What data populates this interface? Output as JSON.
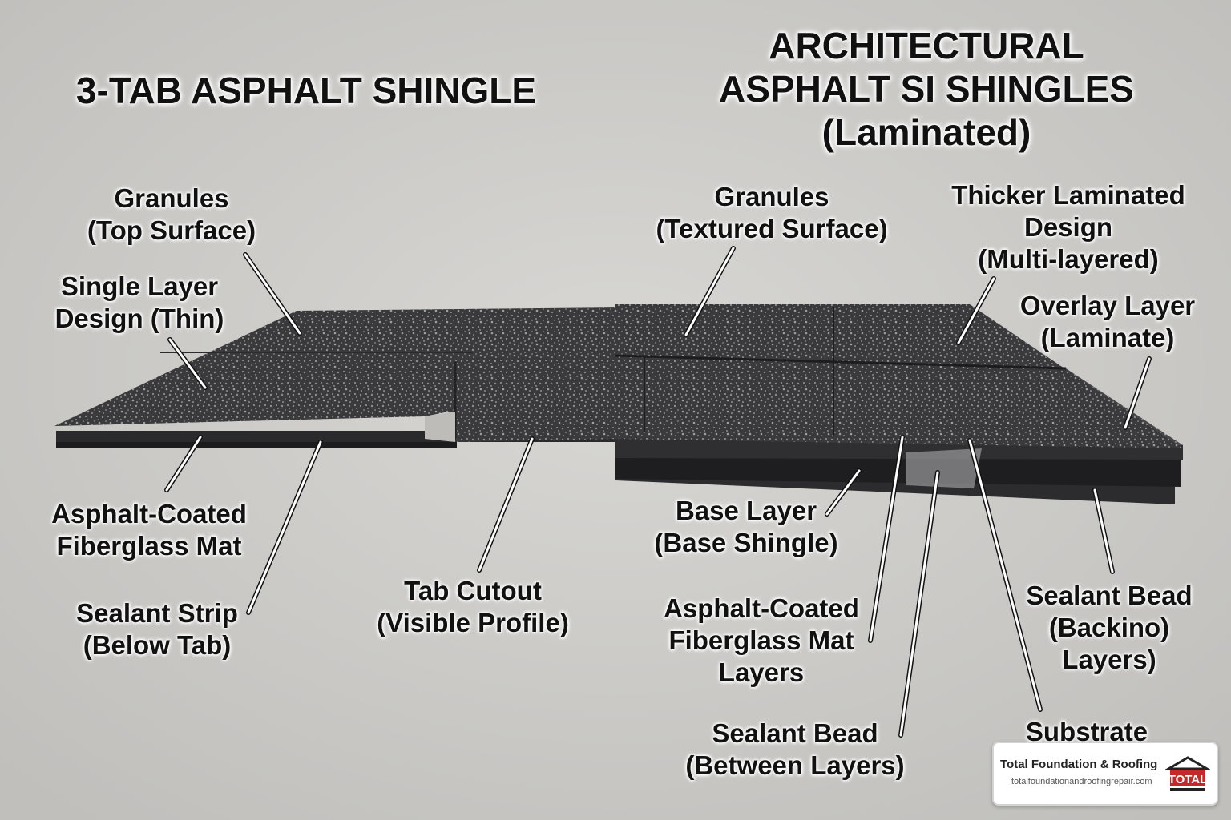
{
  "titles": {
    "left": "3-TAB ASPHALT SHINGLE",
    "right_line1": "ARCHITECTURAL",
    "right_line2": "ASPHALT SI SHINGLES",
    "right_line3": "(Laminated)"
  },
  "labels": {
    "granules_top": [
      "Granules",
      "(Top Surface)"
    ],
    "single_layer": [
      "Single Layer",
      "Design (Thin)"
    ],
    "mat_left": [
      "Asphalt-Coated",
      "Fiberglass Mat"
    ],
    "sealant_strip": [
      "Sealant Strip",
      "(Below Tab)"
    ],
    "tab_cutout": [
      "Tab Cutout",
      "(Visible Profile)"
    ],
    "granules_textured": [
      "Granules",
      "(Textured Surface)"
    ],
    "thicker": [
      "Thicker Laminated",
      "Design",
      "(Multi-layered)"
    ],
    "overlay": [
      "Overlay Layer",
      "(Laminate)"
    ],
    "base_layer": [
      "Base Layer",
      "(Base Shingle)"
    ],
    "mat_right": [
      "Asphalt-Coated",
      "Fiberglass Mat",
      "Layers"
    ],
    "sealant_backing": [
      "Sealant Bead",
      "(Backino)",
      "Layers)"
    ],
    "sealant_between": [
      "Sealant Bead",
      "(Between Layers)"
    ],
    "substrate": [
      "Substrate"
    ]
  },
  "badge": {
    "name": "Total Foundation & Roofing",
    "url": "totalfoundationandroofingrepair.com",
    "logo_text": "TOTAL"
  },
  "colors": {
    "background": "#cfcecb",
    "shingle": "#3a3a3c",
    "shingle_dark": "#1f1f21",
    "arrow": "#ffffff",
    "arrow_outline": "#111111",
    "logo_red": "#c62828"
  }
}
